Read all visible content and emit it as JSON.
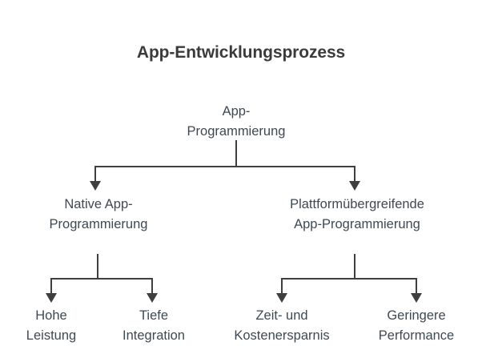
{
  "title": "App-Entwicklungsprozess",
  "colors": {
    "background": "#ffffff",
    "title_text": "#3b3b3b",
    "node_text": "#3d4a52",
    "connector": "#3f3f3f"
  },
  "diagram": {
    "type": "tree",
    "orientation": "top-down",
    "root": {
      "label": "App-Programmierung",
      "line1": "App-",
      "line2": "Programmierung"
    },
    "branches": [
      {
        "label": "Native App-Programmierung",
        "line1": "Native App-",
        "line2": "Programmierung",
        "children": [
          {
            "label": "Hohe Leistung",
            "line1": "Hohe",
            "line2": "Leistung"
          },
          {
            "label": "Tiefe Integration",
            "line1": "Tiefe",
            "line2": "Integration"
          }
        ]
      },
      {
        "label": "Plattformübergreifende App-Programmierung",
        "line1": "Plattformübergreifende",
        "line2": "App-Programmierung",
        "children": [
          {
            "label": "Zeit- und Kostenersparnis",
            "line1": "Zeit- und",
            "line2": "Kostenersparnis"
          },
          {
            "label": "Geringere Performance",
            "line1": "Geringere",
            "line2": "Performance"
          }
        ]
      }
    ]
  }
}
